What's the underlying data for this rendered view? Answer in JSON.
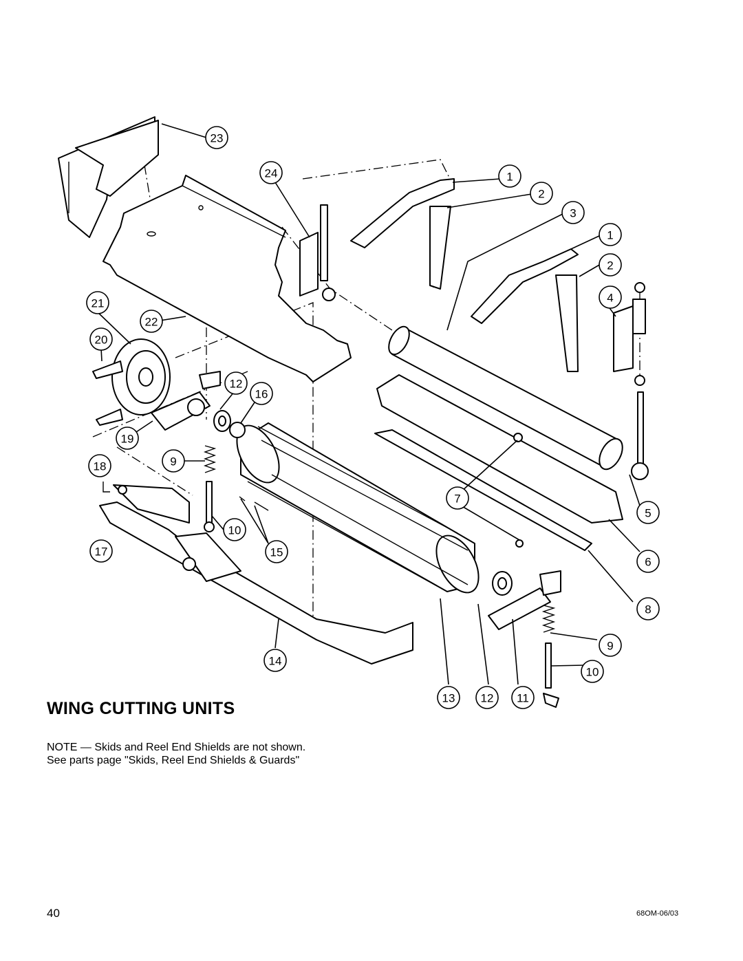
{
  "page": {
    "title": "WING CUTTING UNITS",
    "note_line1": "NOTE — Skids and Reel End Shields are not shown.",
    "note_line2": "See parts page \"Skids, Reel End Shields & Guards\"",
    "page_number": "40",
    "doc_code": "68OM-06/03"
  },
  "callouts": [
    "23",
    "24",
    "1",
    "2",
    "3",
    "1",
    "2",
    "4",
    "21",
    "22",
    "20",
    "12",
    "16",
    "19",
    "9",
    "18",
    "7",
    "5",
    "10",
    "17",
    "15",
    "6",
    "8",
    "9",
    "14",
    "10",
    "13",
    "12",
    "11"
  ]
}
